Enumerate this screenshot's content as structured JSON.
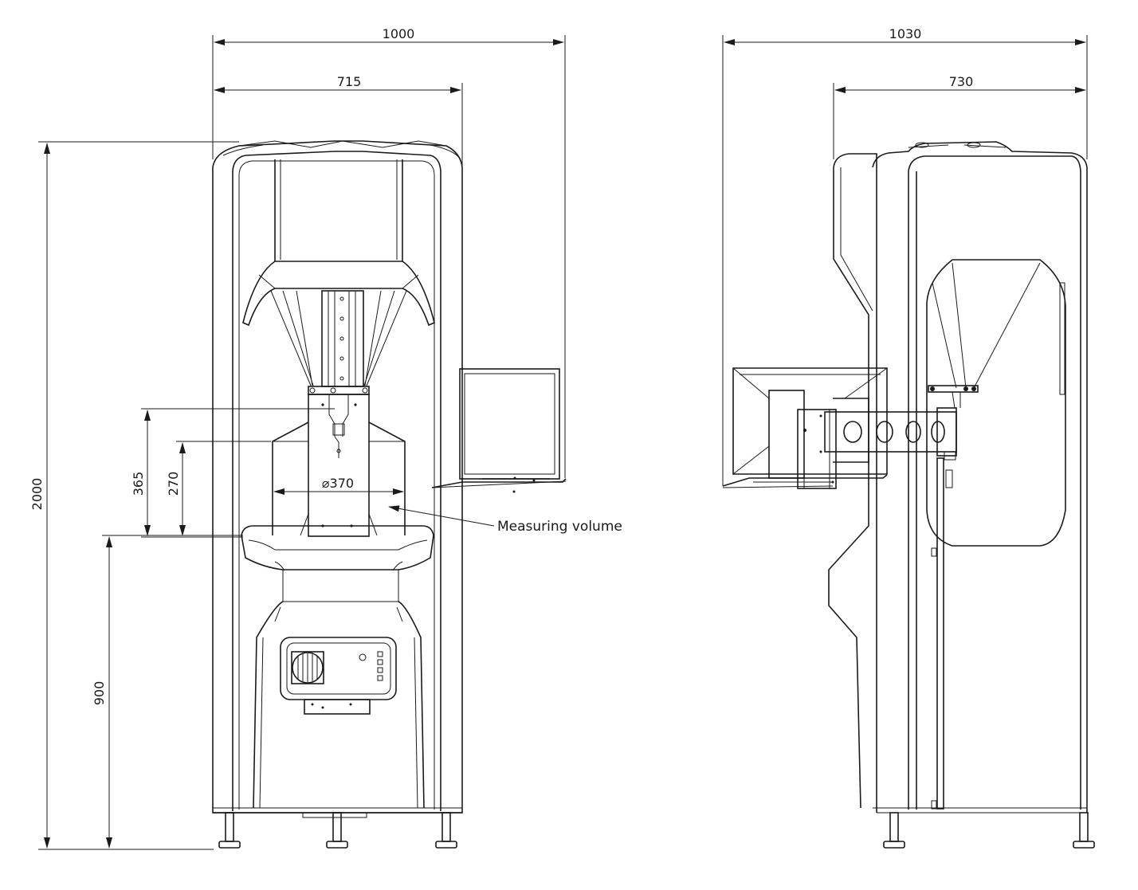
{
  "front_view": {
    "dims": {
      "overall_width": "1000",
      "cabinet_width": "715",
      "overall_height": "2000",
      "table_height": "900",
      "volume_height_outer": "365",
      "volume_height_inner": "270",
      "volume_diameter": "370"
    },
    "callout": "Measuring volume"
  },
  "side_view": {
    "dims": {
      "overall_width": "1030",
      "cabinet_width": "730"
    }
  }
}
